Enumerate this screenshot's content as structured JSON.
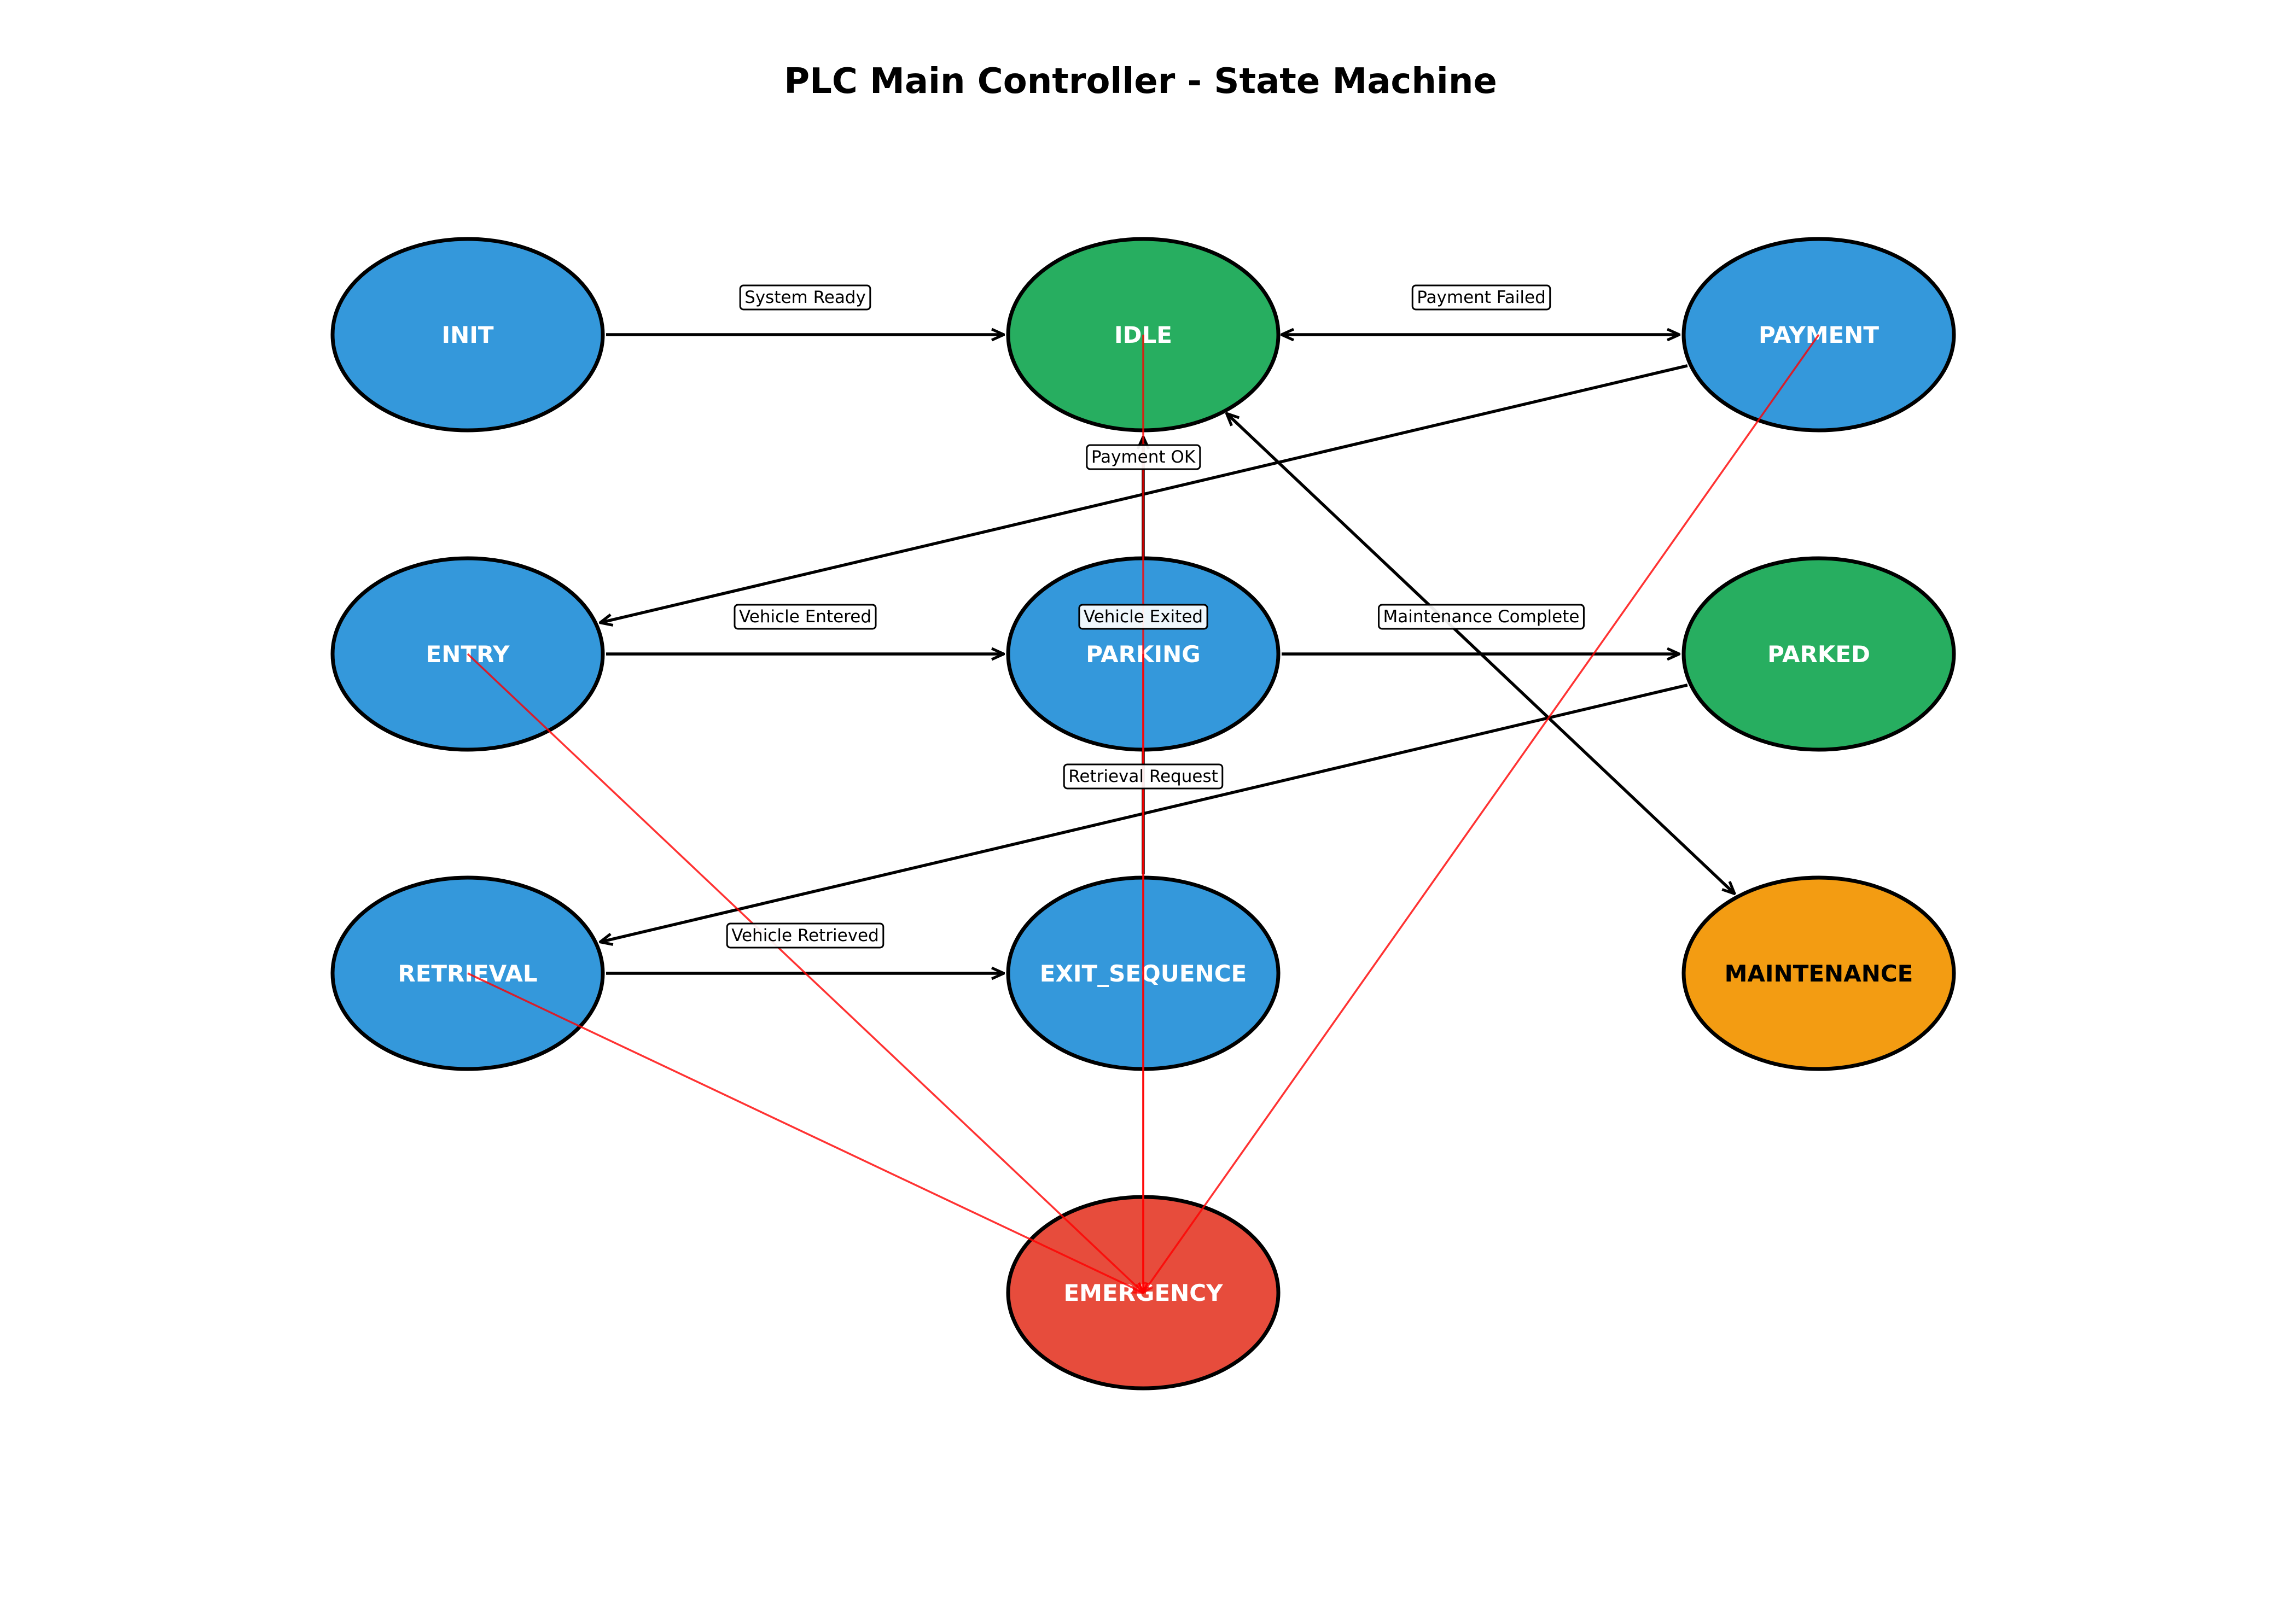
{
  "title": "PLC Main Controller - State Machine",
  "colors": {
    "blue": "#3498db",
    "green": "#27ae60",
    "orange": "#f39c12",
    "red": "#e74c3c",
    "emergency_edge": "#ff0000"
  },
  "states": [
    {
      "id": "INIT",
      "label": "INIT",
      "color": "#3498db",
      "text_color": "#ffffff"
    },
    {
      "id": "IDLE",
      "label": "IDLE",
      "color": "#27ae60",
      "text_color": "#ffffff"
    },
    {
      "id": "PAYMENT",
      "label": "PAYMENT",
      "color": "#3498db",
      "text_color": "#ffffff"
    },
    {
      "id": "ENTRY",
      "label": "ENTRY",
      "color": "#3498db",
      "text_color": "#ffffff"
    },
    {
      "id": "PARKING",
      "label": "PARKING",
      "color": "#3498db",
      "text_color": "#ffffff"
    },
    {
      "id": "PARKED",
      "label": "PARKED",
      "color": "#27ae60",
      "text_color": "#ffffff"
    },
    {
      "id": "RETRIEVAL",
      "label": "RETRIEVAL",
      "color": "#3498db",
      "text_color": "#ffffff"
    },
    {
      "id": "EXIT_SEQUENCE",
      "label": "EXIT_SEQUENCE",
      "color": "#3498db",
      "text_color": "#ffffff"
    },
    {
      "id": "MAINTENANCE",
      "label": "MAINTENANCE",
      "color": "#f39c12",
      "text_color": "#000000"
    },
    {
      "id": "EMERGENCY",
      "label": "EMERGENCY",
      "color": "#e74c3c",
      "text_color": "#ffffff"
    }
  ],
  "transitions": [
    {
      "from": "INIT",
      "to": "IDLE",
      "label": "System Ready"
    },
    {
      "from": "IDLE",
      "to": "PAYMENT",
      "label": "Payment Failed",
      "bidirectional": true
    },
    {
      "from": "PAYMENT",
      "to": "ENTRY",
      "label": "Payment OK"
    },
    {
      "from": "ENTRY",
      "to": "PARKING",
      "label": "Vehicle Entered"
    },
    {
      "from": "PARKING",
      "to": "PARKED",
      "label": "Maintenance Complete"
    },
    {
      "from": "PARKED",
      "to": "RETRIEVAL",
      "label": "Retrieval Request"
    },
    {
      "from": "RETRIEVAL",
      "to": "EXIT_SEQUENCE",
      "label": "Vehicle Retrieved"
    },
    {
      "from": "EXIT_SEQUENCE",
      "to": "IDLE",
      "label": "Vehicle Exited"
    },
    {
      "from": "IDLE",
      "to": "MAINTENANCE",
      "label": "",
      "bidirectional": true
    }
  ],
  "emergency_transitions": [
    {
      "from": "IDLE",
      "to": "EMERGENCY"
    },
    {
      "from": "PAYMENT",
      "to": "EMERGENCY"
    },
    {
      "from": "ENTRY",
      "to": "EMERGENCY"
    },
    {
      "from": "PARKING",
      "to": "EMERGENCY"
    },
    {
      "from": "RETRIEVAL",
      "to": "EMERGENCY"
    }
  ]
}
